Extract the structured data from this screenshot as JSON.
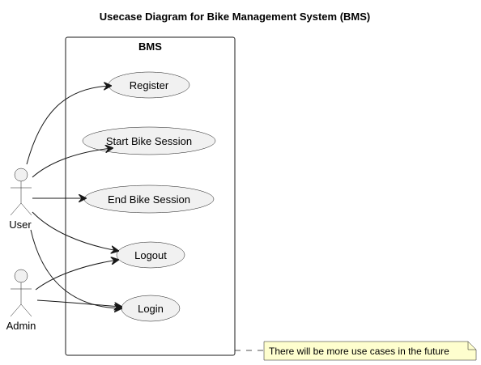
{
  "diagram": {
    "title": "Usecase Diagram for Bike Management System (BMS)",
    "system_name": "BMS",
    "use_cases": {
      "register": "Register",
      "start_bike_session": "Start Bike Session",
      "end_bike_session": "End Bike Session",
      "logout": "Logout",
      "login": "Login"
    },
    "actors": {
      "user": "User",
      "admin": "Admin"
    },
    "note": "There will be more use cases in the future",
    "relations": [
      {
        "from": "User",
        "to": "Register"
      },
      {
        "from": "User",
        "to": "Start Bike Session"
      },
      {
        "from": "User",
        "to": "End Bike Session"
      },
      {
        "from": "User",
        "to": "Logout"
      },
      {
        "from": "User",
        "to": "Login"
      },
      {
        "from": "Admin",
        "to": "Logout"
      },
      {
        "from": "Admin",
        "to": "Login"
      }
    ],
    "colors": {
      "shape_fill": "#f1f1f1",
      "line": "#181818",
      "note_fill": "#fefece"
    }
  }
}
